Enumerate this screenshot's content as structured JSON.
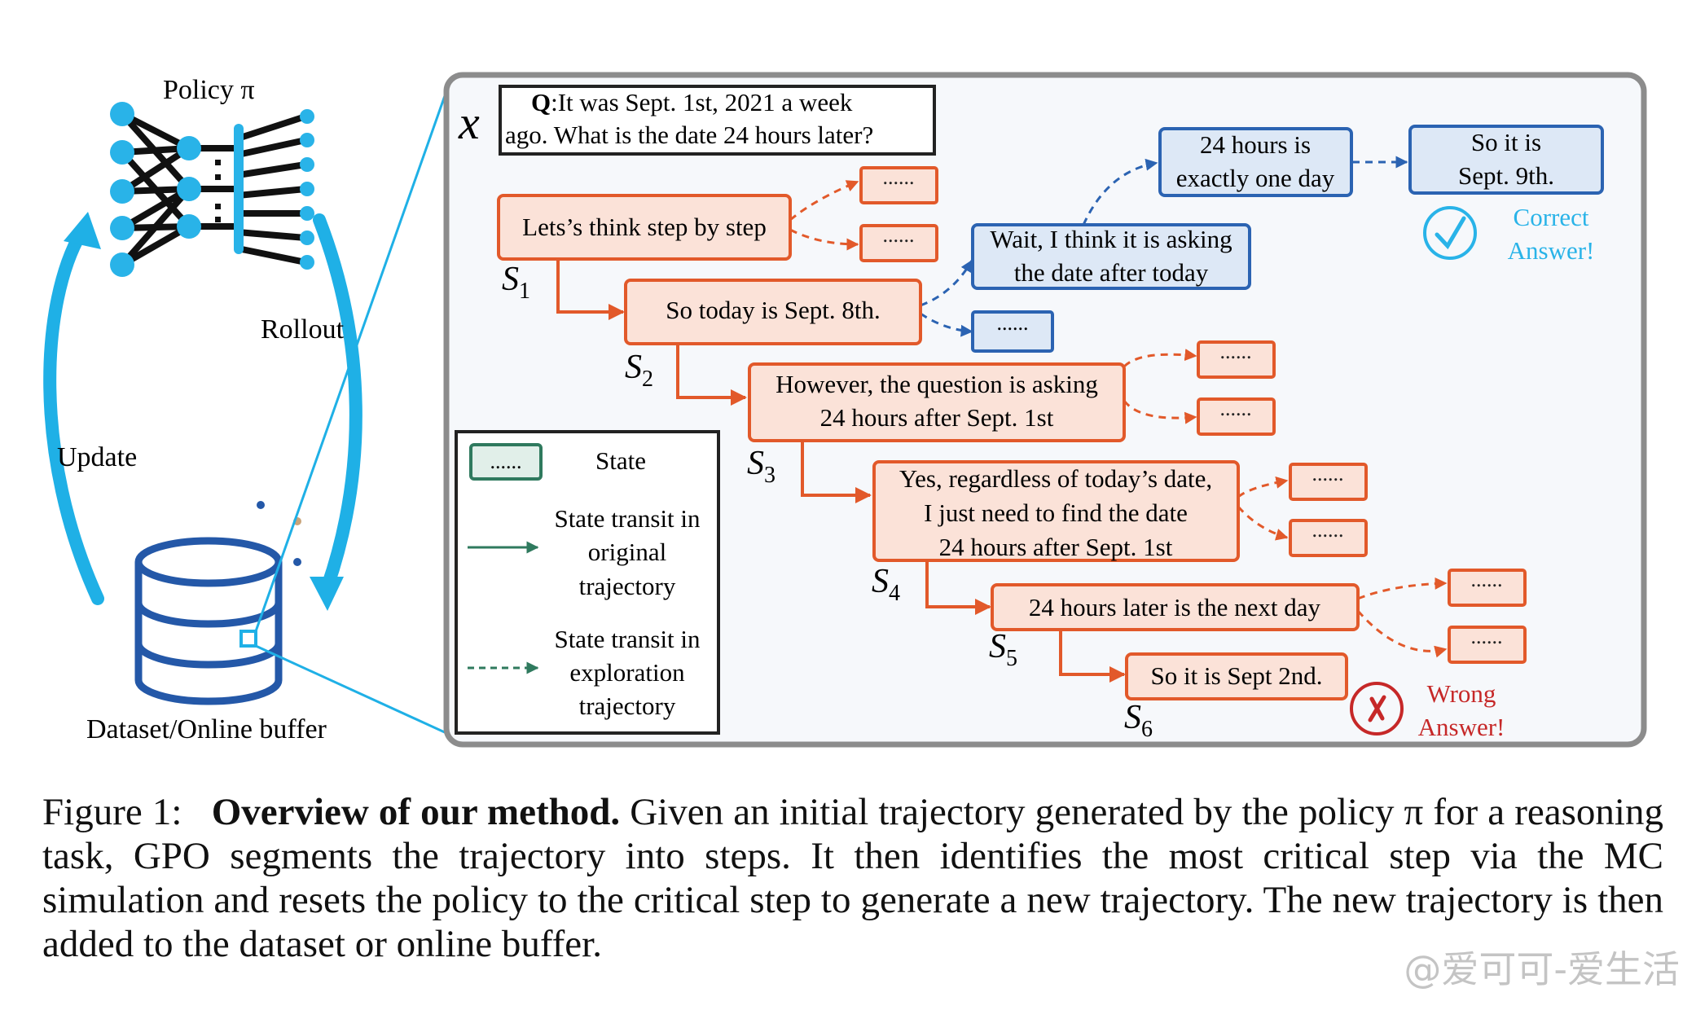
{
  "left": {
    "policy_label": "Policy π",
    "rollout_label": "Rollout",
    "update_label": "Update",
    "buffer_label": "Dataset/Online buffer"
  },
  "question": {
    "x_symbol": "x",
    "q_prefix": "Q",
    "q_line1_rest": ":It was Sept. 1st, 2021 a week",
    "q_line2": "ago. What is the date 24 hours later?"
  },
  "steps": {
    "s1": "Lets’s think step by step",
    "s2": "So today is Sept. 8th.",
    "s3_line1": "However, the question is asking",
    "s3_line2": "24 hours after Sept. 1st",
    "s4_line1": "Yes, regardless of today’s date,",
    "s4_line2": "I just need to find the date",
    "s4_line3": "24 hours after Sept. 1st",
    "s5": "24 hours later is the next day",
    "s6": "So it is Sept 2nd."
  },
  "step_labels": {
    "s1": {
      "main": "S",
      "sub": "1"
    },
    "s2": {
      "main": "S",
      "sub": "2"
    },
    "s3": {
      "main": "S",
      "sub": "3"
    },
    "s4": {
      "main": "S",
      "sub": "4"
    },
    "s5": {
      "main": "S",
      "sub": "5"
    },
    "s6": {
      "main": "S",
      "sub": "6"
    }
  },
  "exploration": {
    "b1_line1": "Wait, I think it is asking",
    "b1_line2": "the date after today",
    "b2_line1": "24 hours is",
    "b2_line2": "exactly one day",
    "b3_line1": "So it is",
    "b3_line2": "Sept. 9th."
  },
  "placeholder": "......",
  "correct": {
    "line1": "Correct",
    "line2": "Answer!",
    "icon": "check-icon"
  },
  "wrong": {
    "line1": "Wrong",
    "line2": "Answer!",
    "icon": "x-icon"
  },
  "legend": {
    "state": "State",
    "orig_line1": "State transit in",
    "orig_line2": "original",
    "orig_line3": "trajectory",
    "expl_line1": "State transit in",
    "expl_line2": "exploration",
    "expl_line3": "trajectory"
  },
  "caption": {
    "prefix": "Figure 1:",
    "bold": "Overview of our method.",
    "text": " Given an initial trajectory generated by the policy π for a reasoning task, GPO segments the trajectory into steps. It then identifies the most critical step via the MC simulation and resets the policy to the critical step to generate a new trajectory. The new trajectory is then added to the dataset or online buffer."
  },
  "watermark": "@爱可可-爱生活",
  "colors": {
    "orange": "#e2592a",
    "orange_fill": "#fbe2d8",
    "blue": "#2b63b2",
    "blue_fill": "#dde8f6",
    "cyan": "#1fb0e6",
    "green": "#2f7a5e",
    "green_fill": "#e1efe9",
    "wrong_red": "#c62828",
    "panel_fill": "#f6f8fb",
    "panel_border": "#8c8c8c"
  }
}
